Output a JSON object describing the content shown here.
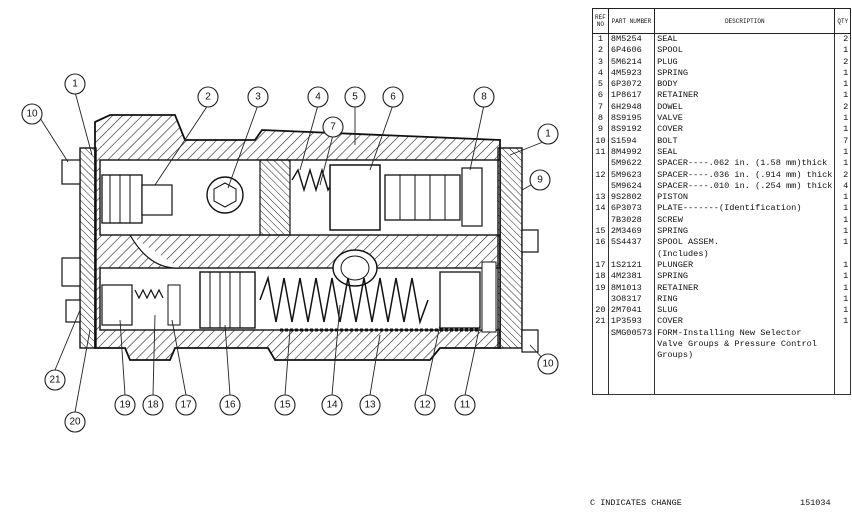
{
  "table": {
    "headers": {
      "ref": "REF NO",
      "part": "PART NUMBER",
      "desc": "DESCRIPTION",
      "qty": "QTY"
    },
    "rows": [
      {
        "ref": "1",
        "part": "8M5254",
        "desc": "SEAL",
        "qty": "2"
      },
      {
        "ref": "2",
        "part": "6P4606",
        "desc": "SPOOL",
        "qty": "1"
      },
      {
        "ref": "3",
        "part": "5M6214",
        "desc": "PLUG",
        "qty": "2"
      },
      {
        "ref": "4",
        "part": "4M5923",
        "desc": "SPRING",
        "qty": "1"
      },
      {
        "ref": "5",
        "part": "6P3072",
        "desc": "BODY",
        "qty": "1"
      },
      {
        "ref": "6",
        "part": "1P8617",
        "desc": "RETAINER",
        "qty": "1"
      },
      {
        "ref": "7",
        "part": "6H2948",
        "desc": "DOWEL",
        "qty": "2"
      },
      {
        "ref": "8",
        "part": "8S9195",
        "desc": "VALVE",
        "qty": "1"
      },
      {
        "ref": "9",
        "part": "8S9192",
        "desc": "COVER",
        "qty": "1"
      },
      {
        "ref": "10",
        "part": "S1594",
        "desc": "BOLT",
        "qty": "7"
      },
      {
        "ref": "11",
        "part": "8M4992",
        "desc": "SEAL",
        "qty": "1"
      },
      {
        "ref": "",
        "part": "5M9622",
        "desc": "SPACER----.062 in. (1.58 mm)thick",
        "qty": "1"
      },
      {
        "ref": "12",
        "part": "5M9623",
        "desc": "SPACER----.036 in. (.914 mm) thick",
        "qty": "2"
      },
      {
        "ref": "",
        "part": "5M9624",
        "desc": "SPACER----.010 in. (.254 mm) thick",
        "qty": "4"
      },
      {
        "ref": "13",
        "part": "9S2802",
        "desc": "PISTON",
        "qty": "1"
      },
      {
        "ref": "14",
        "part": "6P3073",
        "desc": "PLATE-------(Identification)",
        "qty": "1"
      },
      {
        "ref": "",
        "part": "7B3028",
        "desc": "SCREW",
        "qty": "1"
      },
      {
        "ref": "15",
        "part": "2M3469",
        "desc": "SPRING",
        "qty": "1"
      },
      {
        "ref": "16",
        "part": "5S4437",
        "desc": "SPOOL ASSEM.",
        "qty": "1"
      },
      {
        "ref": "",
        "part": "",
        "desc": "  (Includes)",
        "qty": ""
      },
      {
        "ref": "17",
        "part": "1S2121",
        "desc": "  PLUNGER",
        "qty": "1"
      },
      {
        "ref": "18",
        "part": "4M2381",
        "desc": "  SPRING",
        "qty": "1"
      },
      {
        "ref": "19",
        "part": "8M1013",
        "desc": "  RETAINER",
        "qty": "1"
      },
      {
        "ref": "",
        "part": "3O8317",
        "desc": "  RING",
        "qty": "1"
      },
      {
        "ref": "20",
        "part": "2M7041",
        "desc": "SLUG",
        "qty": "1"
      },
      {
        "ref": "21",
        "part": "1P3593",
        "desc": "COVER",
        "qty": "1"
      },
      {
        "ref": "",
        "part": "SMG00573",
        "desc": "FORM-Installing New Selector",
        "qty": ""
      },
      {
        "ref": "",
        "part": "",
        "desc": "Valve Groups & Pressure Control",
        "qty": ""
      },
      {
        "ref": "",
        "part": "",
        "desc": "                      Groups)",
        "qty": ""
      }
    ]
  },
  "footer": {
    "change_note": "C INDICATES CHANGE",
    "code": "151034"
  },
  "callouts": [
    "1",
    "2",
    "3",
    "4",
    "5",
    "6",
    "7",
    "8",
    "1",
    "9",
    "10",
    "10",
    "11",
    "12",
    "13",
    "14",
    "15",
    "16",
    "17",
    "18",
    "19",
    "20",
    "21"
  ]
}
